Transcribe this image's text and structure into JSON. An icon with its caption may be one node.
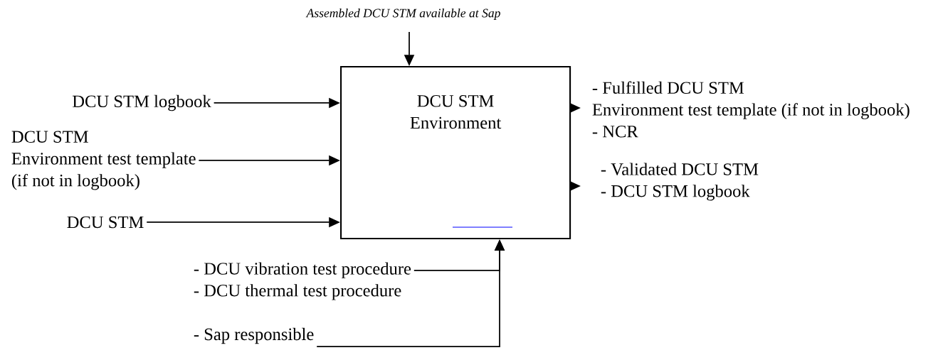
{
  "diagram": {
    "nodes": [
      {
        "text": [
          "DCU STM Environment"
        ]
      },
      {
        "text": [
          "Assembled DCU STM available at Sap"
        ]
      },
      {
        "text": [
          "DCU STM logbook"
        ]
      },
      {
        "text": [
          "DCU STM",
          "Environment test template",
          "(if not in logbook)"
        ]
      },
      {
        "text": [
          "DCU STM"
        ]
      },
      {
        "text": [
          "- Fulfilled DCU STM",
          "Environment test template (if not in logbook)",
          "- NCR"
        ]
      },
      {
        "text": [
          "- Validated DCU STM",
          "- DCU STM logbook"
        ]
      },
      {
        "text": [
          "- DCU vibration test procedure",
          "- DCU thermal test procedure"
        ]
      },
      {
        "text": [
          "- Sap responsible"
        ]
      }
    ],
    "edges": [
      {
        "from": 1,
        "to": 0,
        "arrow": "to"
      },
      {
        "from": 2,
        "to": 0,
        "arrow": "to"
      },
      {
        "from": 3,
        "to": 0,
        "arrow": "to"
      },
      {
        "from": 4,
        "to": 0,
        "arrow": "to"
      },
      {
        "from": 0,
        "to": 5,
        "arrow": "to"
      },
      {
        "from": 0,
        "to": 6,
        "arrow": "to"
      },
      {
        "from": 7,
        "to": 0,
        "arrow": "to"
      },
      {
        "from": 8,
        "to": 0,
        "arrow": "to"
      }
    ]
  }
}
